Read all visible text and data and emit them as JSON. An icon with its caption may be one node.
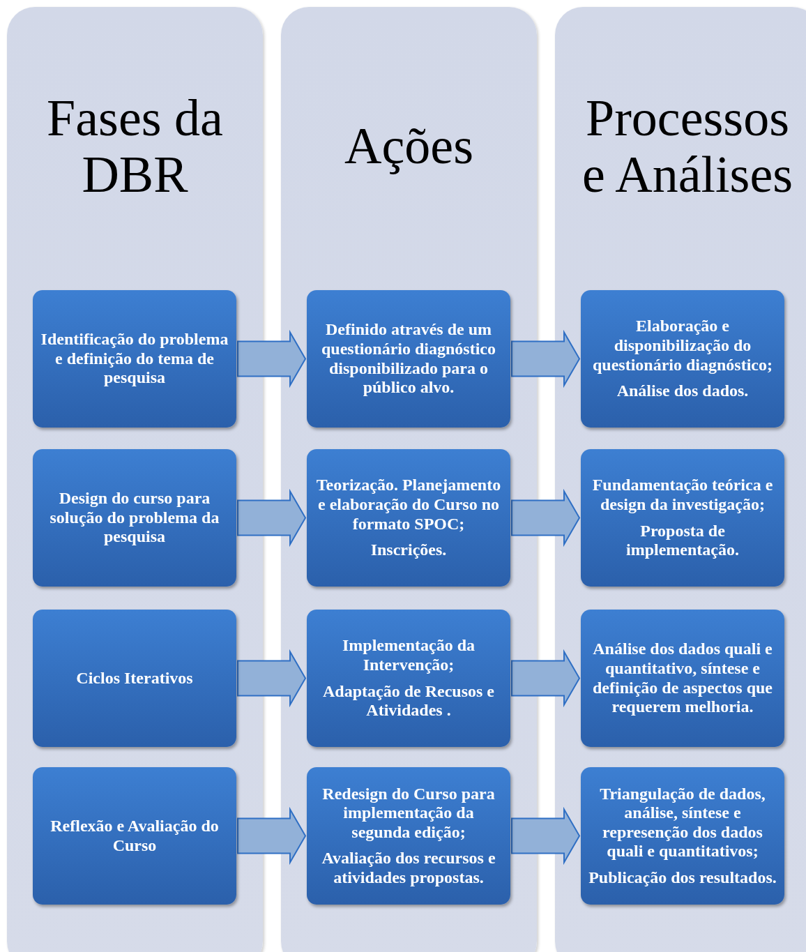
{
  "diagram": {
    "nodes": [
      {
        "text": [
          "Fases da DBR"
        ]
      },
      {
        "text": [
          "Ações"
        ]
      },
      {
        "text": [
          "Processos e Análises"
        ]
      },
      {
        "text": [
          "Identificação do problema e definição do tema de pesquisa"
        ],
        "in": 0
      },
      {
        "text": [
          "Definido através de um questionário diagnóstico disponibilizado para o público alvo."
        ],
        "in": 1
      },
      {
        "text": [
          "Elaboração e disponibilização do questionário diagnóstico;",
          "Análise dos dados."
        ],
        "in": 2
      },
      {
        "text": [
          "Design do curso para solução do problema da pesquisa"
        ],
        "in": 0
      },
      {
        "text": [
          "Teorização. Planejamento e elaboração do Curso no formato SPOC;",
          "Inscrições."
        ],
        "in": 1
      },
      {
        "text": [
          "Fundamentação teórica e design da investigação;",
          "Proposta de implementação."
        ],
        "in": 2
      },
      {
        "text": [
          "Ciclos Iterativos"
        ],
        "in": 0
      },
      {
        "text": [
          "Implementação da Intervenção;",
          "Adaptação de Recusos e Atividades ."
        ],
        "in": 1
      },
      {
        "text": [
          "Análise dos dados quali e quantitativo, síntese e definição de aspectos que requerem melhoria."
        ],
        "in": 2
      },
      {
        "text": [
          "Reflexão e Avaliação do Curso"
        ],
        "in": 0
      },
      {
        "text": [
          "Redesign do Curso para implementação da segunda edição;",
          "Avaliação dos recursos e atividades propostas."
        ],
        "in": 1
      },
      {
        "text": [
          "Triangulação de dados, análise, síntese e represenção dos dados quali e quantitativos;",
          "Publicação dos resultados."
        ],
        "in": 2
      }
    ],
    "edges": [
      {
        "from": 3,
        "to": 4,
        "arrow": "to"
      },
      {
        "from": 4,
        "to": 5,
        "arrow": "to"
      },
      {
        "from": 6,
        "to": 7,
        "arrow": "to"
      },
      {
        "from": 7,
        "to": 8,
        "arrow": "to"
      },
      {
        "from": 9,
        "to": 10,
        "arrow": "to"
      },
      {
        "from": 10,
        "to": 11,
        "arrow": "to"
      },
      {
        "from": 12,
        "to": 13,
        "arrow": "to"
      },
      {
        "from": 13,
        "to": 14,
        "arrow": "to"
      }
    ]
  }
}
